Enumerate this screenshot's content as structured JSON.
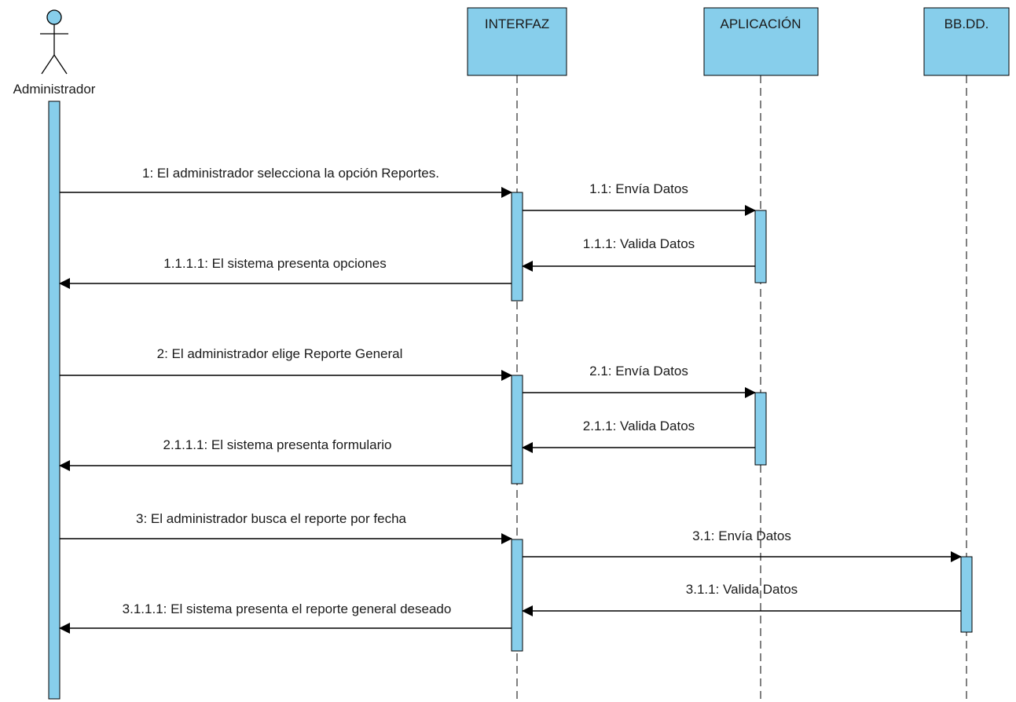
{
  "diagram": {
    "type": "sequence",
    "colors": {
      "box_fill": "#87CEEB",
      "line": "#000000",
      "text": "#1a1a1a"
    },
    "actor": {
      "label": "Administrador",
      "icon": "stick-figure-icon"
    },
    "lifelines": [
      {
        "id": "interfaz",
        "label": "INTERFAZ"
      },
      {
        "id": "aplicacion",
        "label": "APLICACIÓN"
      },
      {
        "id": "bbdd",
        "label": "BB.DD."
      }
    ],
    "messages": [
      {
        "label": "1: El administrador selecciona la opción Reportes.",
        "from": "actor",
        "to": "interfaz",
        "kind": "call"
      },
      {
        "label": "1.1: Envía Datos",
        "from": "interfaz",
        "to": "aplicacion",
        "kind": "call"
      },
      {
        "label": "1.1.1: Valida Datos",
        "from": "aplicacion",
        "to": "interfaz",
        "kind": "return"
      },
      {
        "label": "1.1.1.1: El sistema presenta opciones",
        "from": "interfaz",
        "to": "actor",
        "kind": "return"
      },
      {
        "label": "2: El administrador elige Reporte General",
        "from": "actor",
        "to": "interfaz",
        "kind": "call"
      },
      {
        "label": "2.1: Envía Datos",
        "from": "interfaz",
        "to": "aplicacion",
        "kind": "call"
      },
      {
        "label": "2.1.1: Valida Datos",
        "from": "aplicacion",
        "to": "interfaz",
        "kind": "return"
      },
      {
        "label": "2.1.1.1: El sistema presenta formulario",
        "from": "interfaz",
        "to": "actor",
        "kind": "return"
      },
      {
        "label": "3: El administrador busca el reporte por fecha",
        "from": "actor",
        "to": "interfaz",
        "kind": "call"
      },
      {
        "label": "3.1: Envía Datos",
        "from": "interfaz",
        "to": "bbdd",
        "kind": "call"
      },
      {
        "label": "3.1.1: Valida Datos",
        "from": "bbdd",
        "to": "interfaz",
        "kind": "return"
      },
      {
        "label": "3.1.1.1: El sistema presenta el reporte general  deseado",
        "from": "interfaz",
        "to": "actor",
        "kind": "return"
      }
    ]
  }
}
